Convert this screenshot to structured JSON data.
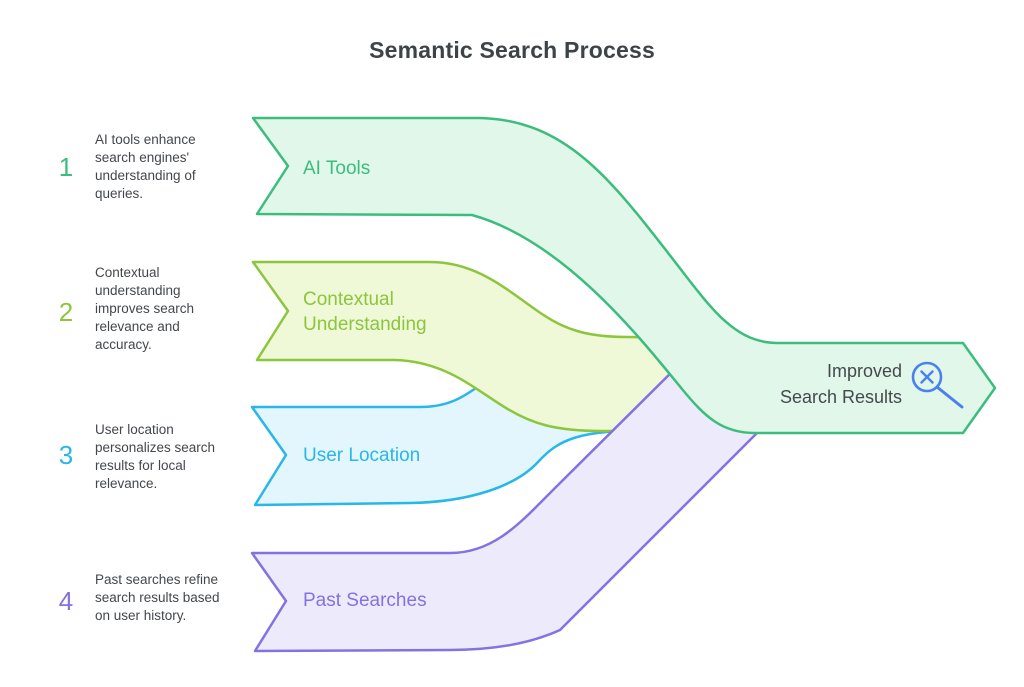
{
  "title": "Semantic Search Process",
  "steps": [
    {
      "number": "1",
      "description": "AI tools enhance\nsearch engines'\nunderstanding of\nqueries.",
      "label": "AI Tools",
      "stroke": "#3cbd7e",
      "fill": "#e1f7ea",
      "label_color": "#3cbd7e"
    },
    {
      "number": "2",
      "description": "Contextual\nunderstanding\nimproves search\nrelevance and\naccuracy.",
      "label": "Contextual\nUnderstanding",
      "stroke": "#8cc63c",
      "fill": "#eff8d7",
      "label_color": "#8cc63c"
    },
    {
      "number": "3",
      "description": "User location\npersonalizes search\nresults for local\nrelevance.",
      "label": "User Location",
      "stroke": "#29b6e8",
      "fill": "#e3f6fd",
      "label_color": "#29b6e8"
    },
    {
      "number": "4",
      "description": "Past searches refine\nsearch results based\non user history.",
      "label": "Past Searches",
      "stroke": "#8472e1",
      "fill": "#edebfb",
      "label_color": "#8472e1"
    }
  ],
  "result": {
    "label": "Improved\nSearch Results",
    "icon": "magnifier-x-icon",
    "icon_color": "#4a80f0",
    "text_color": "#45494d"
  },
  "colors": {
    "title": "#3e4347",
    "description": "#43474b",
    "background": "#ffffff"
  }
}
